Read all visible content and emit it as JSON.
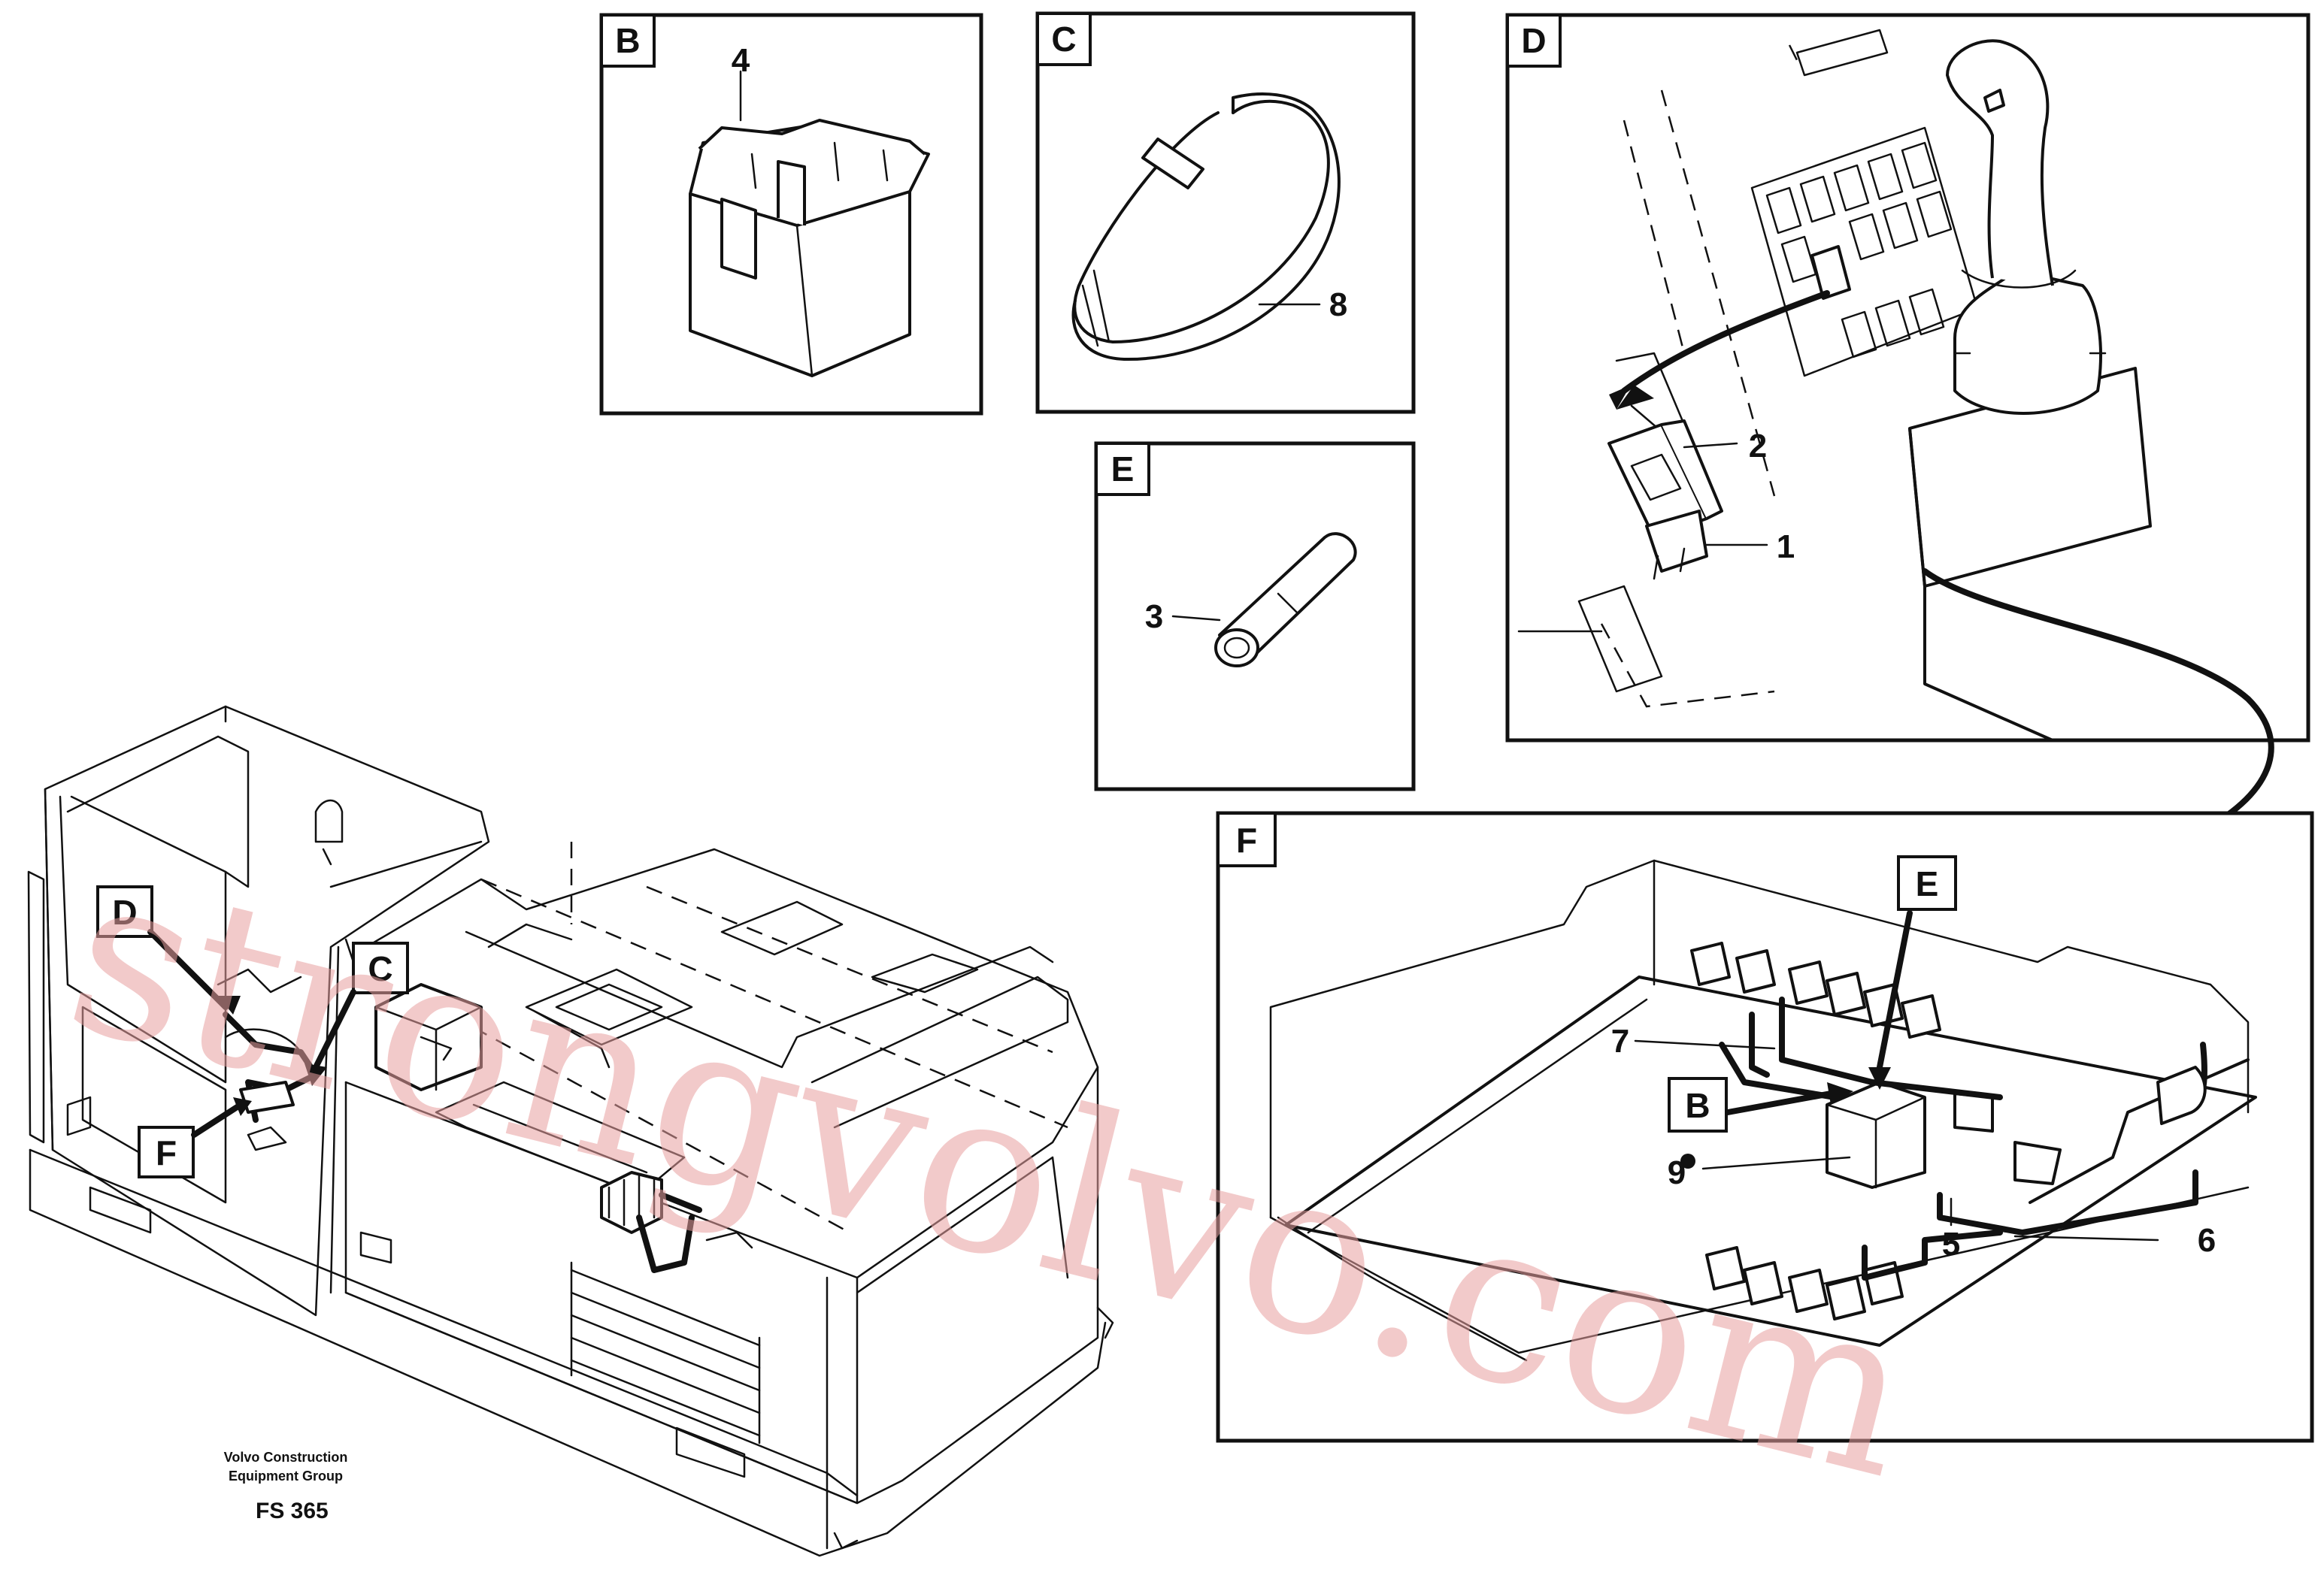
{
  "panels": {
    "B": {
      "letter": "B",
      "part": "4"
    },
    "C": {
      "letter": "C",
      "part": "8"
    },
    "D": {
      "letter": "D",
      "parts": [
        "2",
        "1"
      ]
    },
    "E": {
      "letter": "E",
      "part": "3"
    },
    "F": {
      "letter": "F",
      "parts": [
        "7",
        "9",
        "5",
        "6"
      ],
      "callouts": [
        "E",
        "B"
      ]
    }
  },
  "overview": {
    "callouts": [
      "D",
      "C",
      "F"
    ],
    "publisher_line1": "Volvo Construction",
    "publisher_line2": "Equipment Group",
    "figure_code": "FS 365"
  },
  "watermark": "strongvolvo.com"
}
